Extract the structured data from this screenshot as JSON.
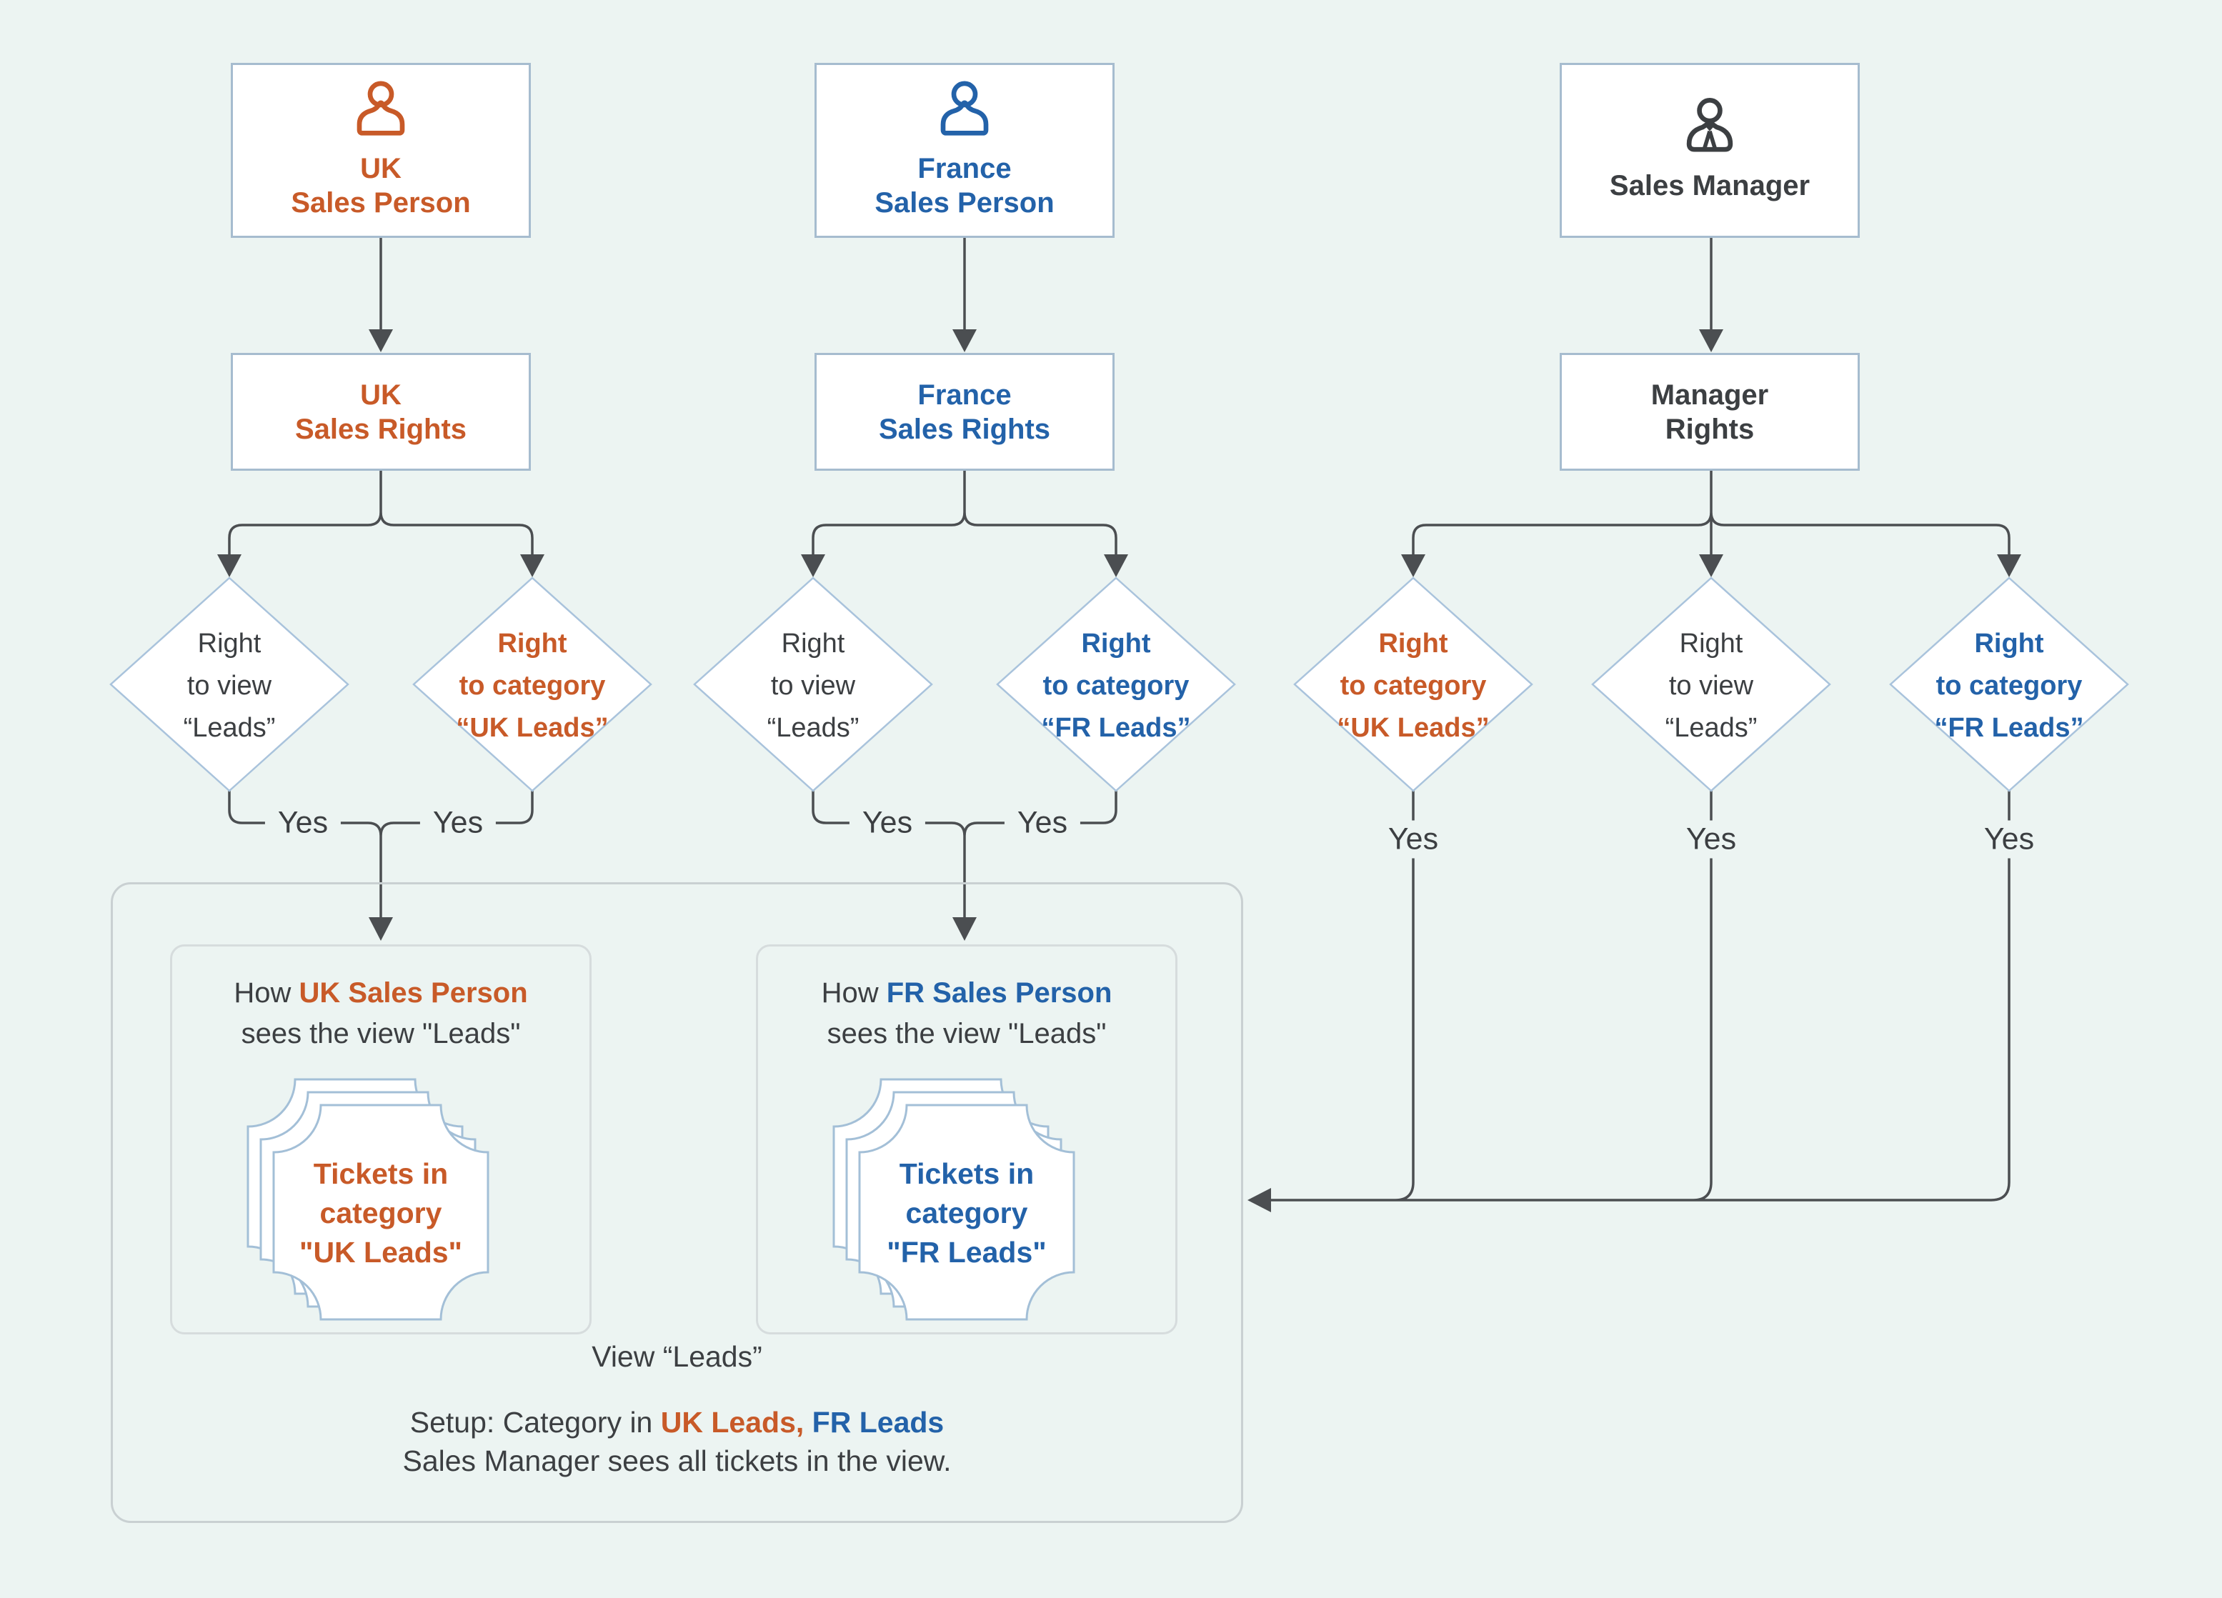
{
  "yes_label": "Yes",
  "personas": {
    "uk": {
      "line1": "UK",
      "line2": "Sales Person"
    },
    "fr": {
      "line1": "France",
      "line2": "Sales Person"
    },
    "manager": {
      "line1": "Sales Manager"
    }
  },
  "rights": {
    "uk": {
      "line1": "UK",
      "line2": "Sales Rights"
    },
    "fr": {
      "line1": "France",
      "line2": "Sales Rights"
    },
    "manager": {
      "line1": "Manager",
      "line2": "Rights"
    }
  },
  "diamonds": [
    {
      "l1": "Right",
      "l2": "to view",
      "l3": "“Leads”"
    },
    {
      "l1": "Right",
      "l2": "to category",
      "l3": "“UK Leads”"
    },
    {
      "l1": "Right",
      "l2": "to view",
      "l3": "“Leads”"
    },
    {
      "l1": "Right",
      "l2": "to category",
      "l3": "“FR Leads”"
    },
    {
      "l1": "Right",
      "l2": "to category",
      "l3": "“UK Leads”"
    },
    {
      "l1": "Right",
      "l2": "to view",
      "l3": "“Leads”"
    },
    {
      "l1": "Right",
      "l2": "to category",
      "l3": "“FR Leads”"
    }
  ],
  "views": {
    "uk": {
      "how": "How",
      "actor": "UK Sales Person",
      "line2": "sees the view \"Leads\"",
      "t1": "Tickets in",
      "t2": "category",
      "t3": "\"UK Leads\""
    },
    "fr": {
      "how": "How",
      "actor": "FR Sales Person",
      "line2": "sees the view \"Leads\"",
      "t1": "Tickets in",
      "t2": "category",
      "t3": "\"FR Leads\""
    }
  },
  "footer": {
    "view_title": "View “Leads”",
    "setup_prefix": "Setup: Category in",
    "setup_uk": "UK Leads,",
    "setup_fr": "FR Leads",
    "line2": "Sales Manager sees all tickets in the view."
  },
  "colors": {
    "background": "#ECF4F2",
    "orange_accent": "#C85A28",
    "blue_accent": "#2362A9",
    "dark_text": "#3C3F42",
    "connector": "#4B4E51",
    "node_border": "#A6BCCF",
    "diamond_border": "#A9C3DC",
    "container_border": "#C9D0D2"
  },
  "icons": {
    "uk_persona": "person-icon",
    "fr_persona": "person-icon",
    "manager_persona": "business-person-icon",
    "tickets": "ticket-stack-icon"
  }
}
